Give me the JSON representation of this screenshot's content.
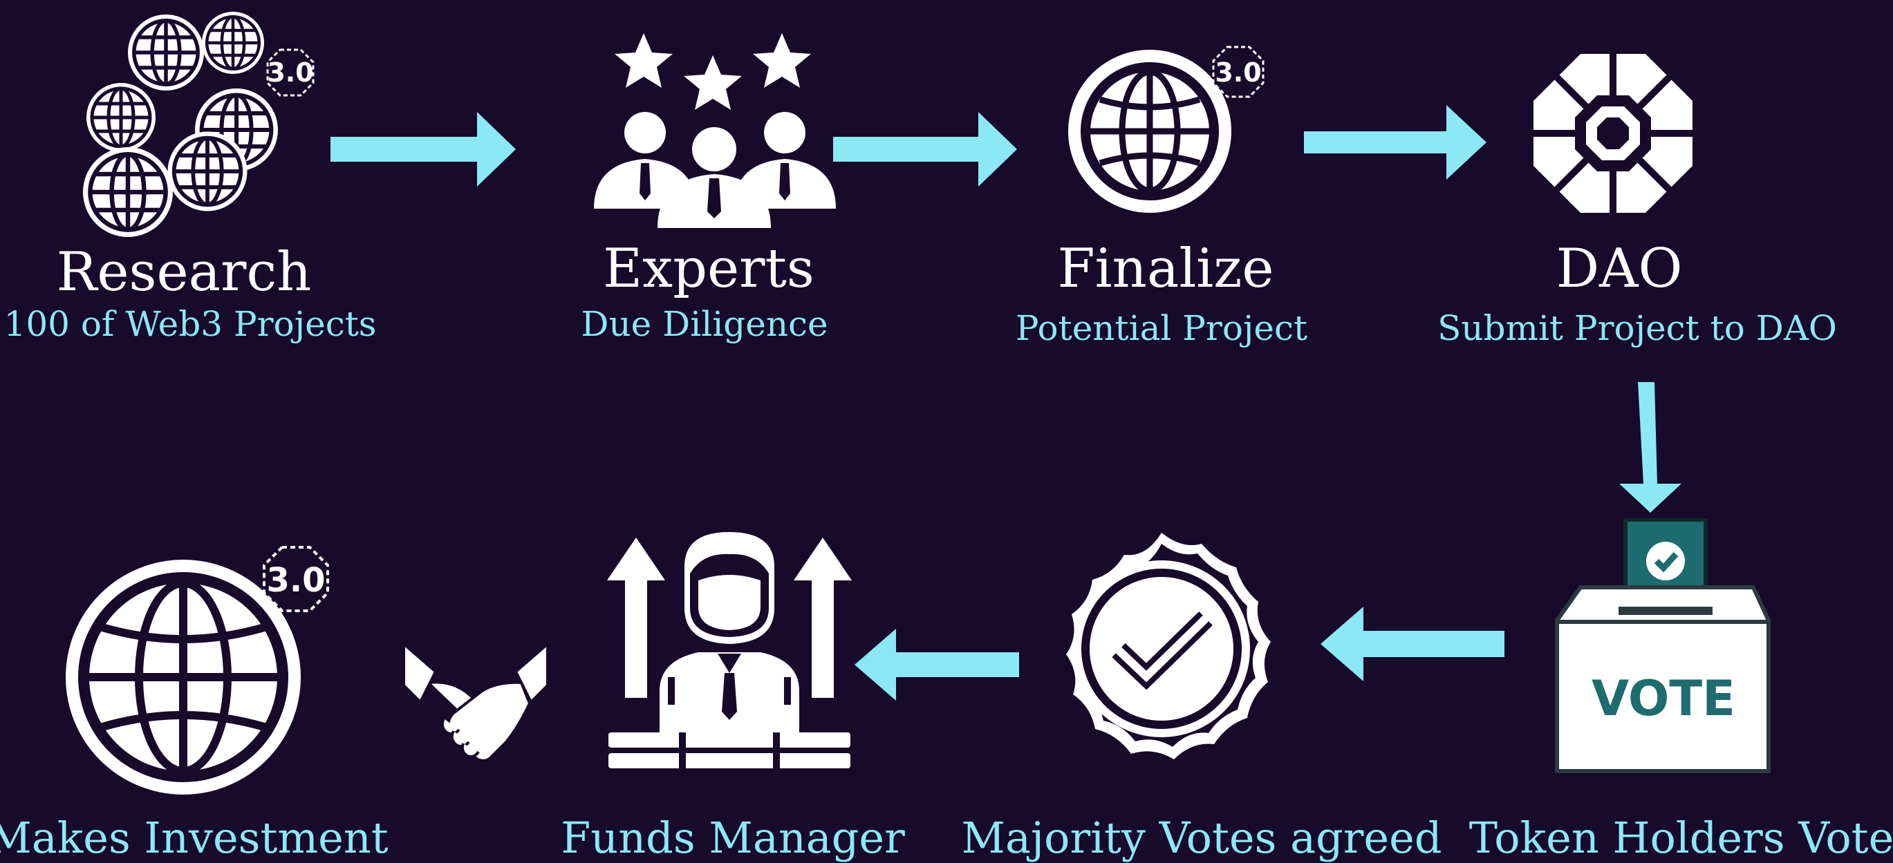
{
  "steps": {
    "research": {
      "title": "Research",
      "subtitle": "100 of Web3 Projects",
      "badge": "3.0"
    },
    "experts": {
      "title": "Experts",
      "subtitle": "Due Diligence"
    },
    "finalize": {
      "title": "Finalize",
      "subtitle": "Potential Project",
      "badge": "3.0"
    },
    "dao": {
      "title": "DAO",
      "subtitle": "Submit Project to DAO"
    },
    "vote": {
      "caption": "Token Holders Vote",
      "box_label": "VOTE"
    },
    "majority": {
      "caption": "Majority Votes agreed"
    },
    "funds": {
      "caption": "Funds Manager"
    },
    "invest": {
      "caption": "Makes Investment",
      "badge": "3.0"
    }
  },
  "colors": {
    "background": "#170a2b",
    "arrow": "#8ce8f4",
    "title": "#ffffff",
    "subtitle": "#8ce8f4",
    "ballot": "#1e6b70"
  }
}
